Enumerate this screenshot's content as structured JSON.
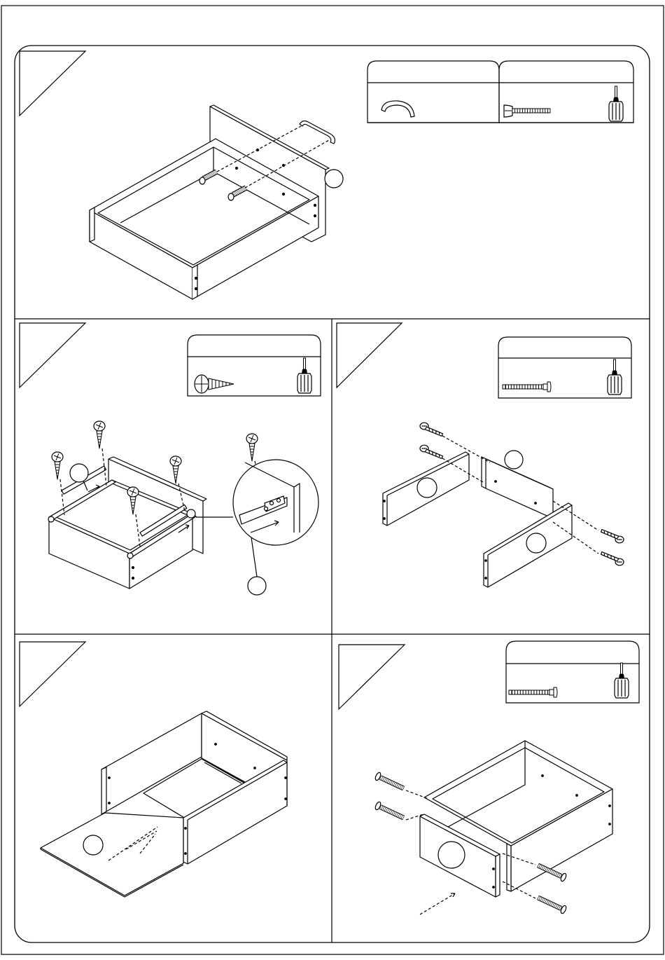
{
  "document": {
    "type": "assembly-instructions",
    "steps": [
      {
        "id": "handle-attach",
        "callouts": 1,
        "hardware": [
          "handle",
          "bolt"
        ],
        "tool": "screwdriver-icon"
      },
      {
        "id": "slides-attach",
        "callouts": 2,
        "hardware": [
          "wood-screw"
        ],
        "tool": "screwdriver-icon"
      },
      {
        "id": "frame-assemble",
        "callouts": 3,
        "hardware": [
          "cam-bolt"
        ],
        "tool": "screwdriver-icon"
      },
      {
        "id": "bottom-panel-insert",
        "callouts": 1,
        "hardware": [],
        "tool": ""
      },
      {
        "id": "back-panel-attach",
        "callouts": 1,
        "hardware": [
          "cam-bolt"
        ],
        "tool": "screwdriver-icon"
      }
    ]
  },
  "colors": {
    "line": "#000000",
    "paper": "#ffffff"
  }
}
